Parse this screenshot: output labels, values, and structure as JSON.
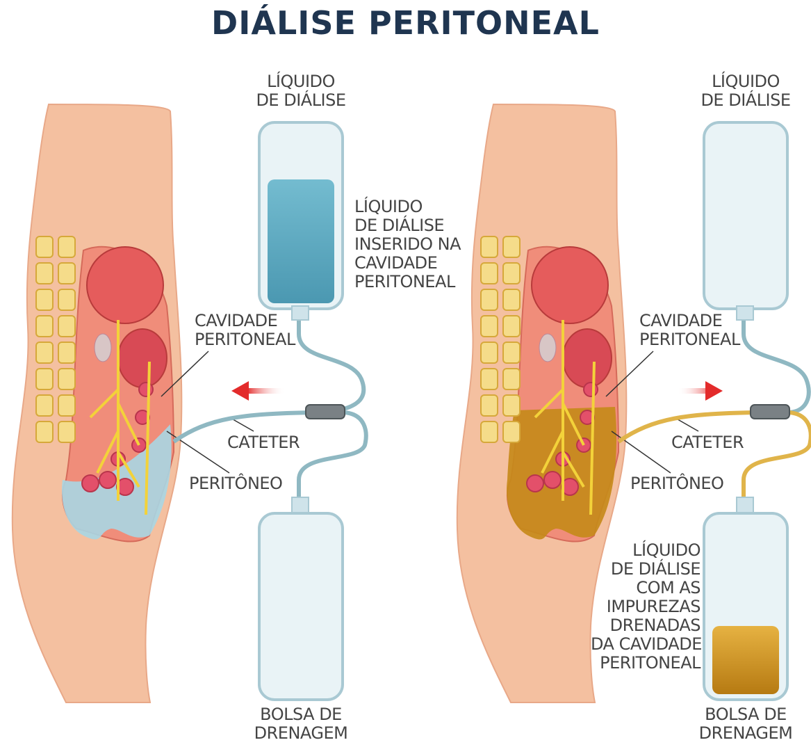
{
  "title": "DIÁLISE PERITONEAL",
  "panels": [
    {
      "id": "infusion",
      "bag_top_label": [
        "LÍQUIDO",
        "DE DIÁLISE"
      ],
      "fluid_label": [
        "LÍQUIDO",
        "DE DIÁLISE",
        "INSERIDO NA",
        "CAVIDADE",
        "PERITONEAL"
      ],
      "cavity_label": [
        "CAVIDADE",
        "PERITONEAL"
      ],
      "catheter_label": "CATETER",
      "peritoneum_label": "PERITÔNEO",
      "bag_bottom_label": [
        "BOLSA DE",
        "DRENAGEM"
      ],
      "flow_direction": "left",
      "fluid_color": "#a9d6e3"
    },
    {
      "id": "drainage",
      "bag_top_label": [
        "LÍQUIDO",
        "DE DIÁLISE"
      ],
      "cavity_label": [
        "CAVIDADE",
        "PERITONEAL"
      ],
      "catheter_label": "CATETER",
      "peritoneum_label": "PERITÔNEO",
      "bag_bottom_label": [
        "BOLSA DE",
        "DRENAGEM"
      ],
      "drained_label": [
        "LÍQUIDO",
        "DE DIÁLISE",
        "COM AS",
        "IMPUREZAS",
        "DRENADAS",
        "DA CAVIDADE",
        "PERITONEAL"
      ],
      "flow_direction": "right",
      "fluid_color": "#c58a1a"
    }
  ],
  "colors": {
    "title": "#1f3550",
    "skin": "#f4c0a0",
    "arrow": "#e32b2b",
    "tube": "#8fb8c2",
    "bag": "#e9f3f6"
  }
}
